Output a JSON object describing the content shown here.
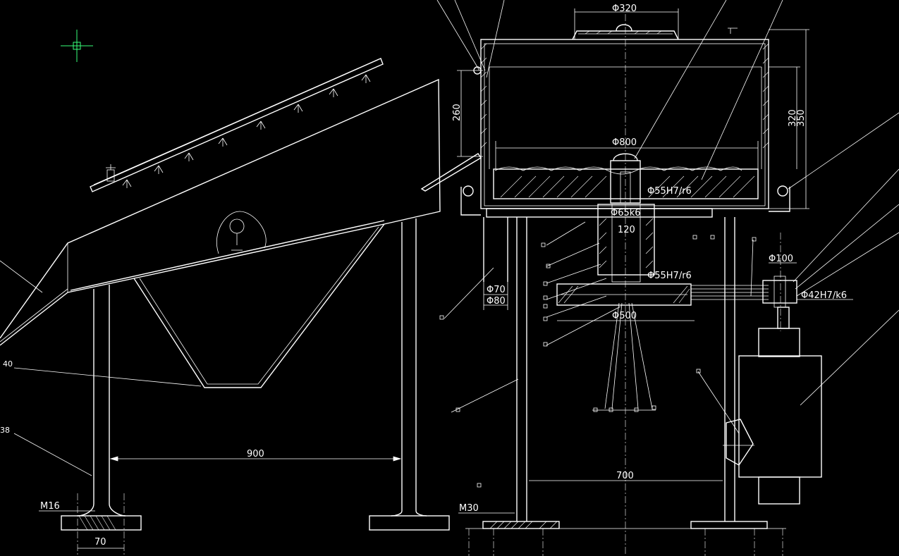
{
  "colors": {
    "background": "#000000",
    "lines": "#ffffff",
    "cursor": "#39ff7a"
  },
  "cursor": {
    "icon": "crosshair-cursor-icon"
  },
  "dimensions": {
    "phi320": "Φ320",
    "h260": "260",
    "h320": "320",
    "h350": "350",
    "phi800": "Φ800",
    "fit55_top": "Φ55H7/r6",
    "phi65": "Φ65k6",
    "d120": "120",
    "fit55_mid": "Φ55H7/r6",
    "phi70": "Φ70",
    "phi80": "Φ80",
    "phi500": "Φ500",
    "phi100": "Φ100",
    "fit42": "Φ42H7/k6",
    "w900": "900",
    "w700": "700",
    "m16": "M16",
    "m30": "M30",
    "w70": "70",
    "n40": "40",
    "n38": "38"
  }
}
